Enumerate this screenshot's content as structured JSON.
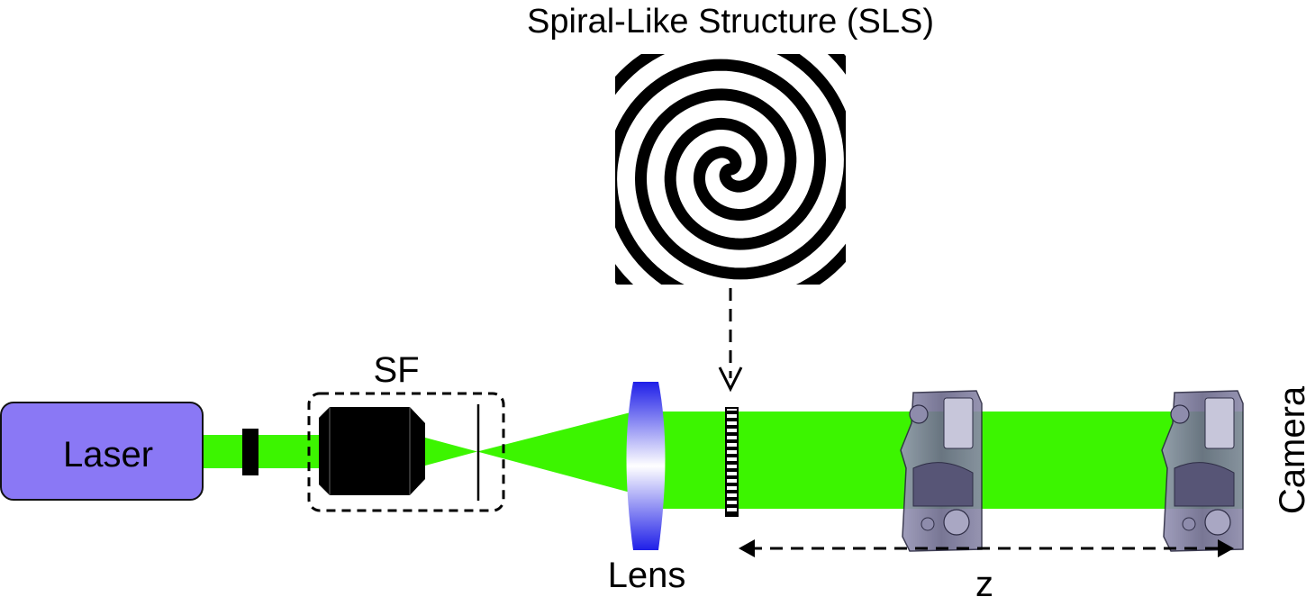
{
  "diagram": {
    "title": "Spiral-Like Structure (SLS)",
    "labels": {
      "laser": "Laser",
      "spatial_filter": "SF",
      "lens": "Lens",
      "camera": "Camera",
      "distance": "z"
    },
    "colors": {
      "beam": "#3cf500",
      "laser_box": "#8a78f5",
      "lens_edge": "#2020ee",
      "lens_center": "#ffffff",
      "camera_body": "#7c7a9a",
      "optics": "#000000"
    }
  }
}
